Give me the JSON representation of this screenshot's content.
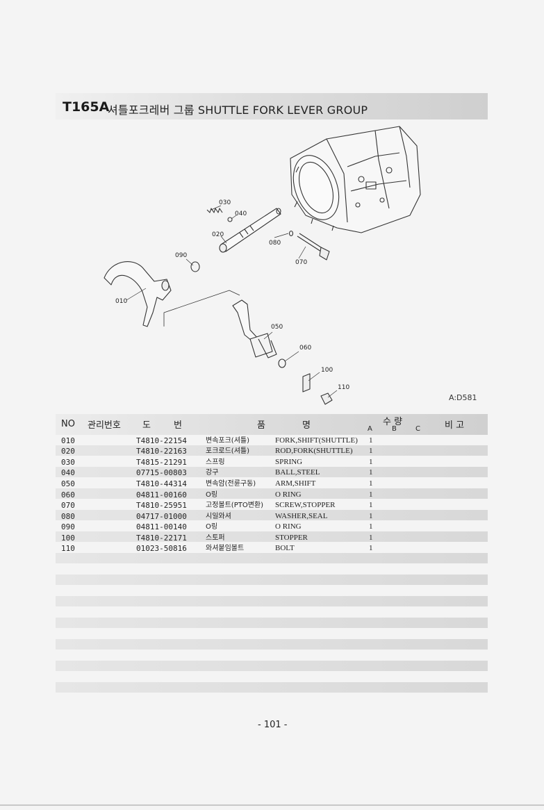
{
  "header": {
    "code": "T165A",
    "title": "셔틀포크레버 그룹  SHUTTLE FORK LEVER GROUP"
  },
  "diagram": {
    "ref": "A:D581",
    "callouts": [
      "010",
      "020",
      "030",
      "040",
      "050",
      "060",
      "070",
      "080",
      "090",
      "100",
      "110"
    ]
  },
  "table": {
    "headers": {
      "no": "NO",
      "mgmt": "관리번호",
      "do": "도",
      "beon": "번",
      "pum": "품",
      "myeong": "명",
      "suryang": "수 량",
      "a": "A",
      "b": "B",
      "c": "C",
      "bigo": "비 고"
    },
    "rows": [
      {
        "no": "010",
        "part": "T4810-22154",
        "kr": "변속포크(셔틀)",
        "en": "FORK,SHIFT(SHUTTLE)",
        "qty": "1"
      },
      {
        "no": "020",
        "part": "T4810-22163",
        "kr": "포크로드(셔틀)",
        "en": "ROD,FORK(SHUTTLE)",
        "qty": "1"
      },
      {
        "no": "030",
        "part": "T4815-21291",
        "kr": "스프링",
        "en": "SPRING",
        "qty": "1"
      },
      {
        "no": "040",
        "part": "07715-00803",
        "kr": "강구",
        "en": "BALL,STEEL",
        "qty": "1"
      },
      {
        "no": "050",
        "part": "T4810-44314",
        "kr": "변속암(전륜구동)",
        "en": "ARM,SHIFT",
        "qty": "1"
      },
      {
        "no": "060",
        "part": "04811-00160",
        "kr": "O링",
        "en": "O RING",
        "qty": "1"
      },
      {
        "no": "070",
        "part": "T4810-25951",
        "kr": "고정볼트(PTO변환)",
        "en": "SCREW,STOPPER",
        "qty": "1"
      },
      {
        "no": "080",
        "part": "04717-01000",
        "kr": "시일와셔",
        "en": "WASHER,SEAL",
        "qty": "1"
      },
      {
        "no": "090",
        "part": "04811-00140",
        "kr": "O링",
        "en": "O RING",
        "qty": "1"
      },
      {
        "no": "100",
        "part": "T4810-22171",
        "kr": "스토퍼",
        "en": "STOPPER",
        "qty": "1"
      },
      {
        "no": "110",
        "part": "01023-50816",
        "kr": "와셔붙임볼트",
        "en": "BOLT",
        "qty": "1"
      }
    ]
  },
  "footer": {
    "page": "- 101 -"
  }
}
